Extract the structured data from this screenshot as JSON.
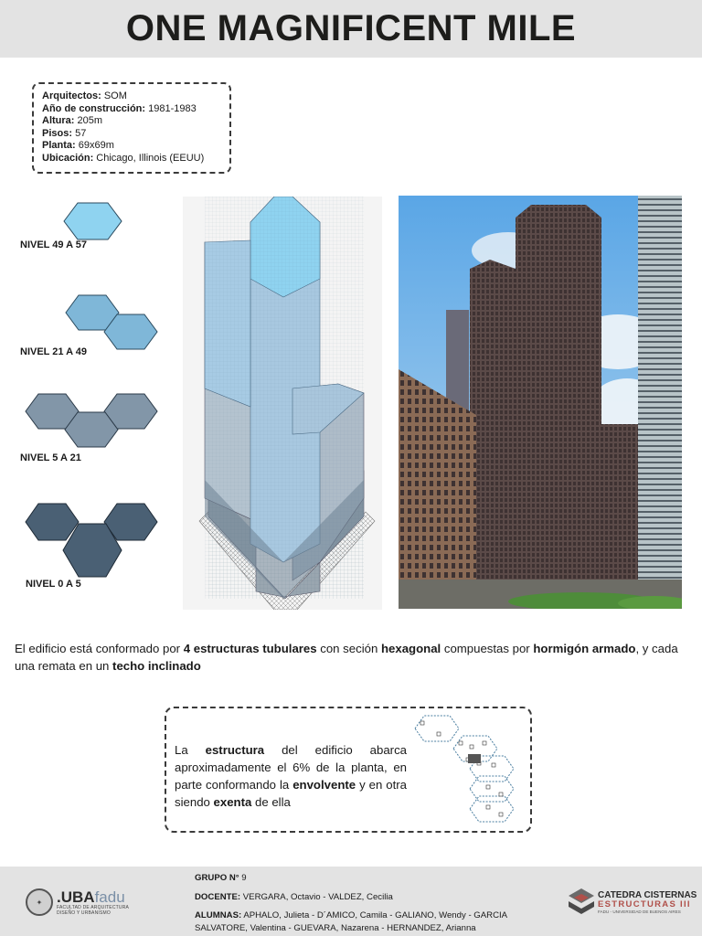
{
  "title": "ONE MAGNIFICENT MILE",
  "info": {
    "architects_label": "Arquitectos:",
    "architects": "SOM",
    "year_label": "Año de construcción:",
    "year": "1981-1983",
    "height_label": "Altura:",
    "height": "205m",
    "floors_label": "Pisos:",
    "floors": "57",
    "plan_label": "Planta:",
    "plan": "69x69m",
    "location_label": "Ubicación:",
    "location": "Chicago, Illinois (EEUU)"
  },
  "levels": [
    {
      "label": "NIVEL 49 A 57",
      "color": "#8fd3f0"
    },
    {
      "label": "NIVEL 21 A 49",
      "color": "#7fb7d8"
    },
    {
      "label": "NIVEL 5 A 21",
      "color": "#8296a8"
    },
    {
      "label": "NIVEL 0 A 5",
      "color": "#4a6074"
    }
  ],
  "description": {
    "p1": "El edificio está conformado por ",
    "b1": "4 estructuras tubulares",
    "p2": " con seción ",
    "b2": "hexagonal",
    "p3": " compuestas por ",
    "b3": "hormigón armado",
    "p4": ", y cada una remata en un ",
    "b4": "techo inclinado"
  },
  "structure": {
    "t1": "La ",
    "b1": "estructura",
    "t2": " del edificio abarca aproximadamente el 6% de la planta, en parte conformando la ",
    "b2": "envolvente",
    "t3": " y en otra siendo ",
    "b3": "exenta",
    "t4": " de ella"
  },
  "footer": {
    "group_label": "GRUPO N°",
    "group": "9",
    "docente_label": "DOCENTE:",
    "docente": "VERGARA, Octavio - VALDEZ, Cecilia",
    "alumnas_label": "ALUMNAS:",
    "alumnas": "APHALO, Julieta - D´AMICO, Camila - GALIANO, Wendy - GARCIA SALVATORE, Valentina - GUEVARA, Nazarena - HERNANDEZ, Arianna",
    "uba_brand_a": ".UBA",
    "uba_brand_b": "fadu",
    "uba_sub1": "FACULTAD DE ARQUITECTURA",
    "uba_sub2": "DISEÑO Y URBANISMO",
    "catedra_name": "CATEDRA CISTERNAS",
    "catedra_est": "ESTRUCTURAS III",
    "catedra_sub": "FADU - UNIVERSIDAD DE BUENOS AIRES"
  }
}
